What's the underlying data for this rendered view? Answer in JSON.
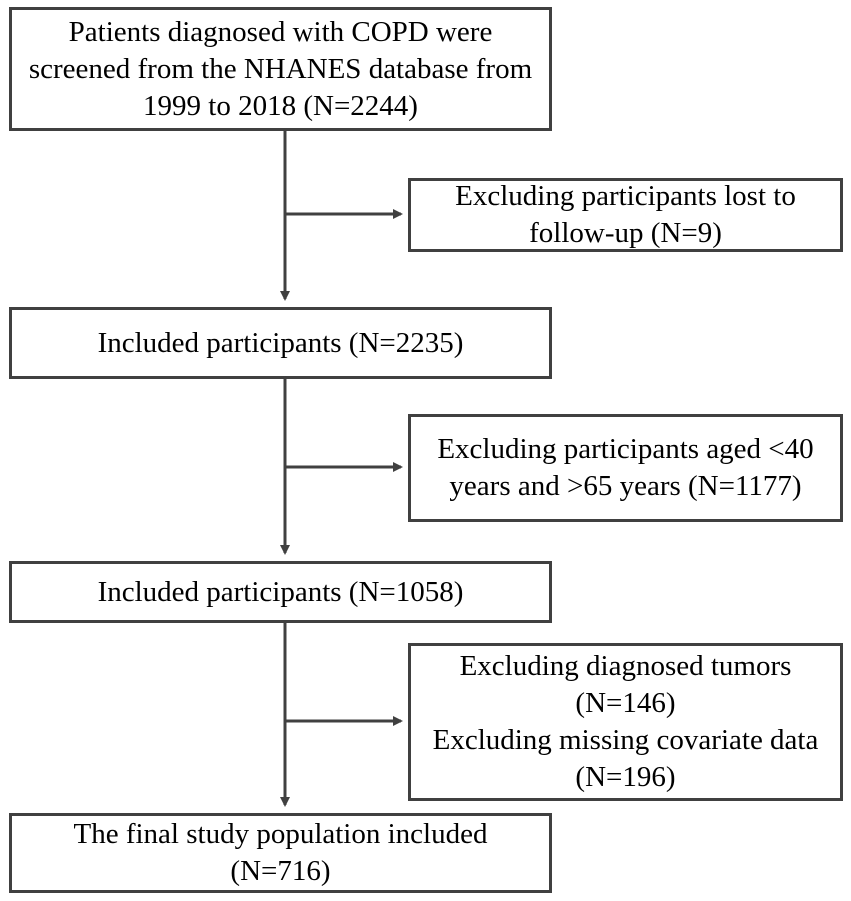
{
  "flowchart": {
    "main_boxes": [
      {
        "id": "screened",
        "lines": [
          "Patients diagnosed with COPD were",
          "screened from the NHANES database from",
          "1999 to 2018 (N=2244)"
        ]
      },
      {
        "id": "included-1",
        "lines": [
          "Included participants (N=2235)"
        ]
      },
      {
        "id": "included-2",
        "lines": [
          "Included participants (N=1058)"
        ]
      },
      {
        "id": "final",
        "lines": [
          "The final study population included",
          "(N=716)"
        ]
      }
    ],
    "exclusion_boxes": [
      {
        "id": "excl-lost",
        "lines": [
          "Excluding participants lost to",
          "follow-up (N=9)"
        ]
      },
      {
        "id": "excl-age",
        "lines": [
          "Excluding participants aged <40",
          "years and >65 years (N=1177)"
        ]
      },
      {
        "id": "excl-tumor-covariate",
        "lines": [
          "Excluding diagnosed tumors",
          "(N=146)",
          "Excluding missing covariate data",
          "(N=196)"
        ]
      }
    ],
    "colors": {
      "border": "#404040",
      "arrow": "#404040"
    }
  }
}
